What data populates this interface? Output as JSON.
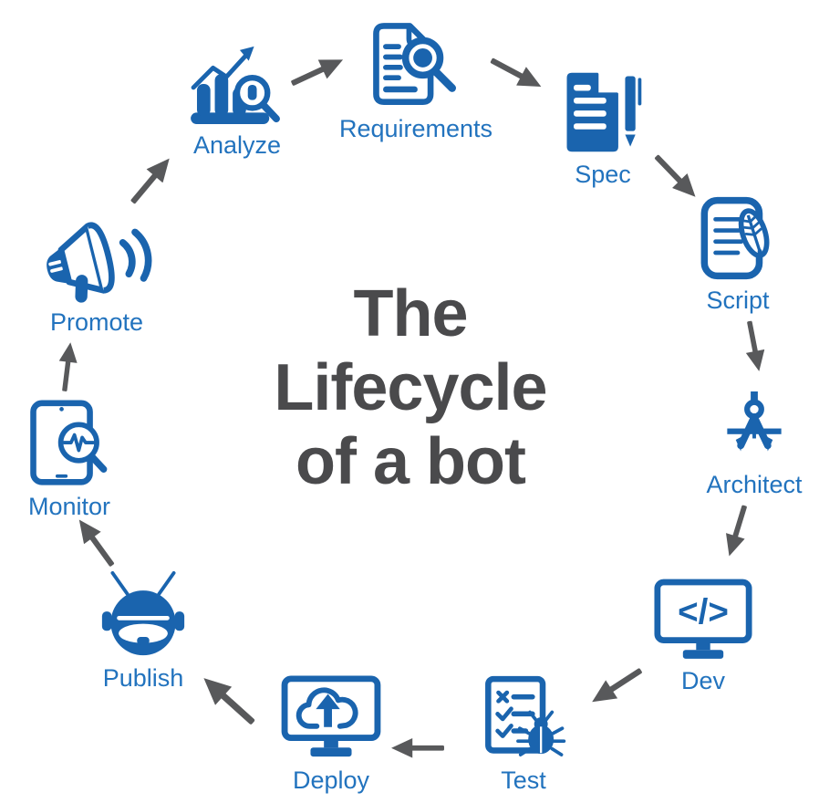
{
  "title": {
    "line1": "The",
    "line2": "Lifecycle",
    "line3": "of a bot"
  },
  "stages": [
    {
      "id": "analyze",
      "label": "Analyze",
      "icon": "bar-chart-magnifier-icon"
    },
    {
      "id": "requirements",
      "label": "Requirements",
      "icon": "document-magnifier-icon"
    },
    {
      "id": "spec",
      "label": "Spec",
      "icon": "document-pen-icon"
    },
    {
      "id": "script",
      "label": "Script",
      "icon": "notebook-quill-icon"
    },
    {
      "id": "architect",
      "label": "Architect",
      "icon": "drafting-compass-icon"
    },
    {
      "id": "dev",
      "label": "Dev",
      "icon": "code-monitor-icon",
      "icon_text": "</>"
    },
    {
      "id": "test",
      "label": "Test",
      "icon": "checklist-bug-icon"
    },
    {
      "id": "deploy",
      "label": "Deploy",
      "icon": "cloud-upload-monitor-icon"
    },
    {
      "id": "publish",
      "label": "Publish",
      "icon": "robot-head-icon"
    },
    {
      "id": "monitor",
      "label": "Monitor",
      "icon": "tablet-magnifier-icon"
    },
    {
      "id": "promote",
      "label": "Promote",
      "icon": "megaphone-icon"
    }
  ],
  "flow": {
    "connections": [
      {
        "from": "analyze",
        "to": "requirements"
      },
      {
        "from": "requirements",
        "to": "spec"
      },
      {
        "from": "spec",
        "to": "script"
      },
      {
        "from": "script",
        "to": "architect"
      },
      {
        "from": "architect",
        "to": "dev"
      },
      {
        "from": "dev",
        "to": "test"
      },
      {
        "from": "test",
        "to": "deploy"
      },
      {
        "from": "deploy",
        "to": "publish"
      },
      {
        "from": "publish",
        "to": "monitor"
      },
      {
        "from": "monitor",
        "to": "promote"
      },
      {
        "from": "promote",
        "to": "analyze"
      }
    ]
  },
  "colors": {
    "icon_blue": "#1A64AE",
    "label_blue": "#2273BE",
    "title_gray": "#4A4A4C",
    "arrow_gray": "#58595B",
    "background": "#FFFFFF"
  }
}
